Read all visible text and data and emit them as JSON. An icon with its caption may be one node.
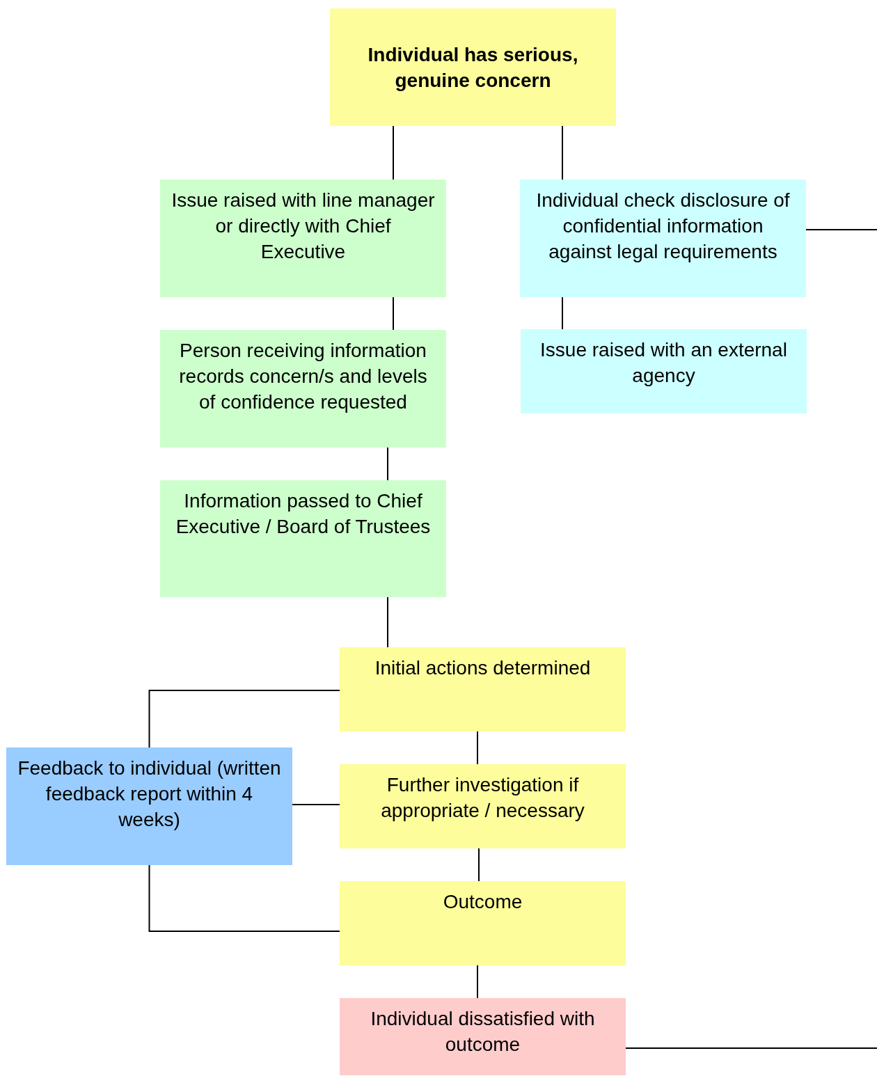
{
  "diagram": {
    "nodes": [
      {
        "text": [
          "Individual has serious, genuine concern"
        ]
      },
      {
        "text": [
          "Issue raised with line manager or directly with Chief Executive"
        ]
      },
      {
        "text": [
          "Individual check disclosure of confidential information against legal requirements"
        ]
      },
      {
        "text": [
          "Person receiving information records concern/s and levels of confidence requested"
        ]
      },
      {
        "text": [
          "Issue raised with an external agency"
        ]
      },
      {
        "text": [
          "Information passed to Chief Executive / Board of Trustees"
        ]
      },
      {
        "text": [
          "Initial actions determined"
        ]
      },
      {
        "text": [
          "Feedback to individual (written feedback report within 4 weeks)"
        ]
      },
      {
        "text": [
          "Further investigation if appropriate / necessary"
        ]
      },
      {
        "text": [
          "Outcome"
        ]
      },
      {
        "text": [
          "Individual dissatisfied with outcome"
        ]
      }
    ],
    "edges": [
      {
        "from": 0,
        "to": 1,
        "arrow": "none"
      },
      {
        "from": 0,
        "to": 2,
        "arrow": "none"
      },
      {
        "from": 1,
        "to": 3,
        "arrow": "none"
      },
      {
        "from": 2,
        "to": 4,
        "arrow": "none"
      },
      {
        "from": 3,
        "to": 5,
        "arrow": "none"
      },
      {
        "from": 5,
        "to": 6,
        "arrow": "none"
      },
      {
        "from": 6,
        "to": 7,
        "arrow": "none"
      },
      {
        "from": 7,
        "to": 8,
        "arrow": "none"
      },
      {
        "from": 6,
        "to": 8,
        "arrow": "none"
      },
      {
        "from": 8,
        "to": 9,
        "arrow": "none"
      },
      {
        "from": 9,
        "to": 7,
        "arrow": "none"
      },
      {
        "from": 9,
        "to": 10,
        "arrow": "none"
      },
      {
        "from": 2,
        "to": null,
        "arrow": "none"
      },
      {
        "from": 10,
        "to": null,
        "arrow": "none"
      }
    ]
  }
}
